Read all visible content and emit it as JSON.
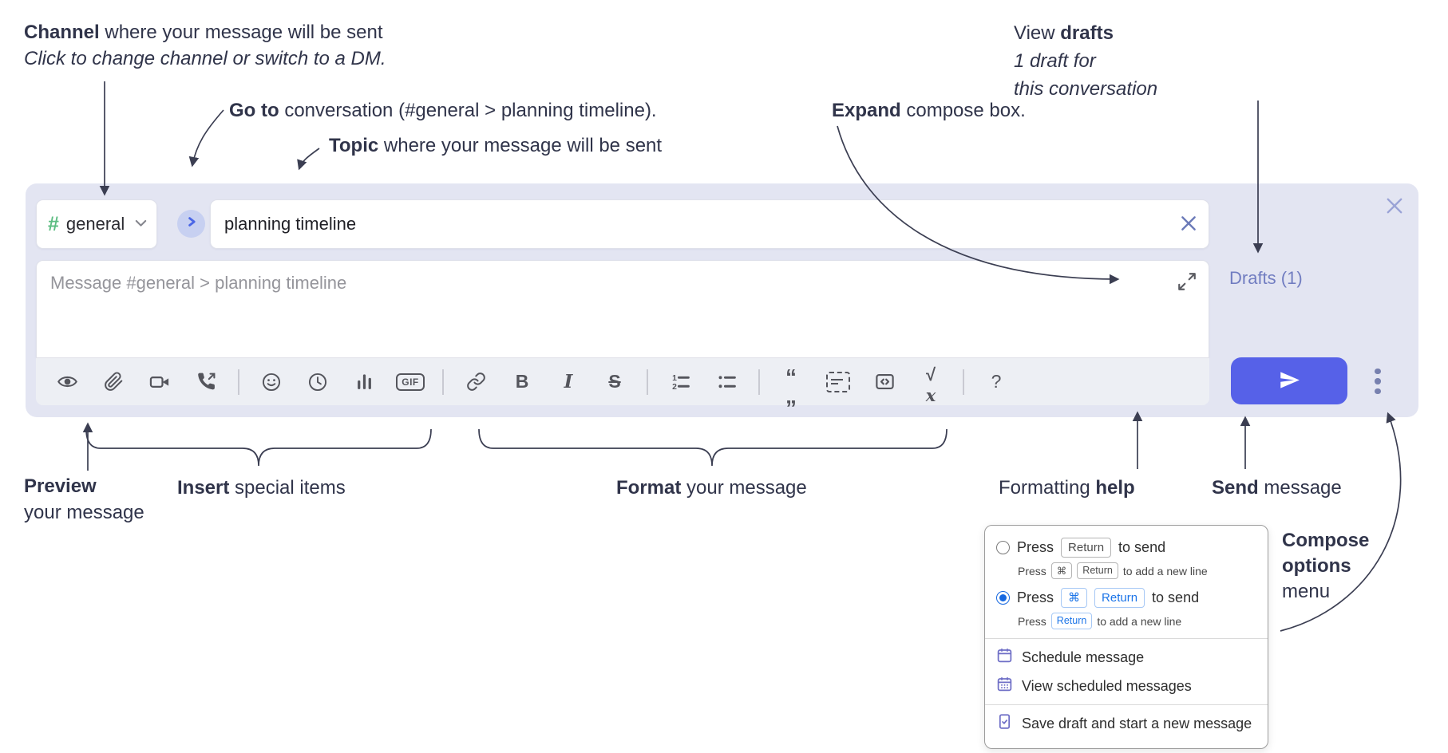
{
  "annotations": {
    "channel": {
      "bold": "Channel",
      "rest": " where your message will be sent",
      "sub": "Click to change channel or switch to a DM."
    },
    "goto": {
      "bold": "Go to",
      "rest": " conversation (#general > planning timeline)."
    },
    "topic": {
      "bold": "Topic",
      "rest": " where your message will be sent"
    },
    "expand": {
      "bold": "Expand",
      "rest": " compose box."
    },
    "view_drafts": {
      "pre": "View ",
      "bold": "drafts",
      "line2": "1 draft for",
      "line3": "this conversation"
    },
    "preview": {
      "bold": "Preview",
      "line2": "your message"
    },
    "insert": {
      "bold": "Insert",
      "rest": " special items"
    },
    "format": {
      "bold": "Format",
      "rest": " your message"
    },
    "formatting_help": {
      "pre": "Formatting ",
      "bold": "help"
    },
    "send": {
      "bold": "Send",
      "rest": " message"
    },
    "compose_options": {
      "line1": "Compose",
      "line2": "options",
      "line3": "menu"
    }
  },
  "compose": {
    "channel": {
      "hash": "#",
      "name": "general"
    },
    "topic_value": "planning timeline",
    "message_placeholder": "Message #general > planning timeline",
    "drafts_link": "Drafts (1)"
  },
  "toolbar": {
    "gif": "GIF",
    "bold": "B",
    "italic": "I",
    "strike": "S",
    "quote_open": "“",
    "quote_close": "”",
    "math_root": "√",
    "math_var": "x",
    "help": "?",
    "list_num_1": "1",
    "list_num_2": "2",
    "icons": [
      "preview-eye",
      "attach-paperclip",
      "video-call",
      "audio-call",
      "emoji-smiley",
      "global-time-clock",
      "poll-bar-chart",
      "gif",
      "link",
      "bold",
      "italic",
      "strikethrough",
      "numbered-list",
      "bulleted-list",
      "quote",
      "spoiler",
      "code",
      "math",
      "help"
    ]
  },
  "options_menu": {
    "option1": {
      "press": "Press",
      "key": "Return",
      "suffix": "to send",
      "sub_press": "Press",
      "sub_key1": "⌘",
      "sub_key2": "Return",
      "sub_suffix": "to add a new line"
    },
    "option2": {
      "press": "Press",
      "key1": "⌘",
      "key2": "Return",
      "suffix": "to send",
      "sub_press": "Press",
      "sub_key": "Return",
      "sub_suffix": "to add a new line"
    },
    "items": [
      {
        "label": "Schedule message"
      },
      {
        "label": "View scheduled messages"
      },
      {
        "label": "Save draft and start a new message"
      }
    ]
  },
  "colors": {
    "compose_bg": "#e3e5f2",
    "send_button": "#5661e8",
    "drafts_link": "#717dc1",
    "channel_hash_green": "#5cbd82",
    "jump_chevron_blue": "#4a66e6",
    "kbd_blue": "#1b74e8",
    "radio_selected_blue": "#1668e0",
    "menu_icon_purple": "#6e6ec6",
    "annotation_ink": "#30344a"
  }
}
